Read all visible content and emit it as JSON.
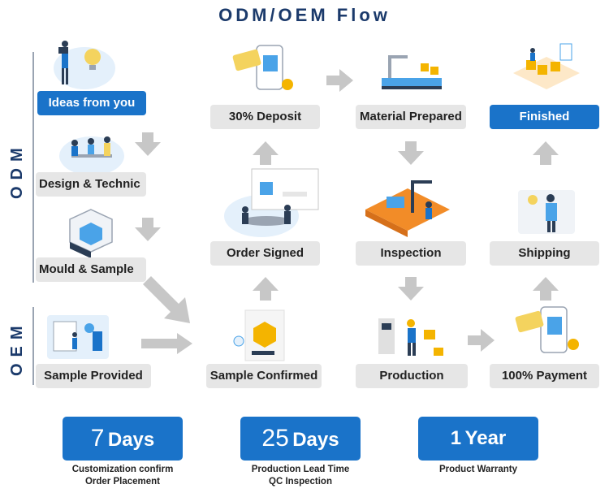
{
  "title": "ODM/OEM Flow",
  "sections": {
    "odm": "ODM",
    "oem": "OEM"
  },
  "left_steps": [
    "Ideas from you",
    "Design & Technic",
    "Mould & Sample",
    "Sample Provided"
  ],
  "flow_steps": {
    "deposit": "30% Deposit",
    "order_signed": "Order Signed",
    "sample_confirmed": "Sample Confirmed",
    "material": "Material Prepared",
    "inspection": "Inspection",
    "production": "Production",
    "finished": "Finished",
    "shipping": "Shipping",
    "payment": "100% Payment"
  },
  "stats": [
    {
      "number": "7",
      "unit": "Days",
      "caption1": "Customization confirm",
      "caption2": "Order Placement"
    },
    {
      "number": "25",
      "unit": "Days",
      "caption1": "Production Lead Time",
      "caption2": "QC Inspection"
    },
    {
      "number": "1",
      "unit": "Year",
      "caption1": "Product Warranty",
      "caption2": ""
    }
  ],
  "colors": {
    "accent": "#1a73c9",
    "title": "#1b3a6b",
    "label_bg": "#e6e6e6",
    "arrow": "#c7c7c7"
  }
}
